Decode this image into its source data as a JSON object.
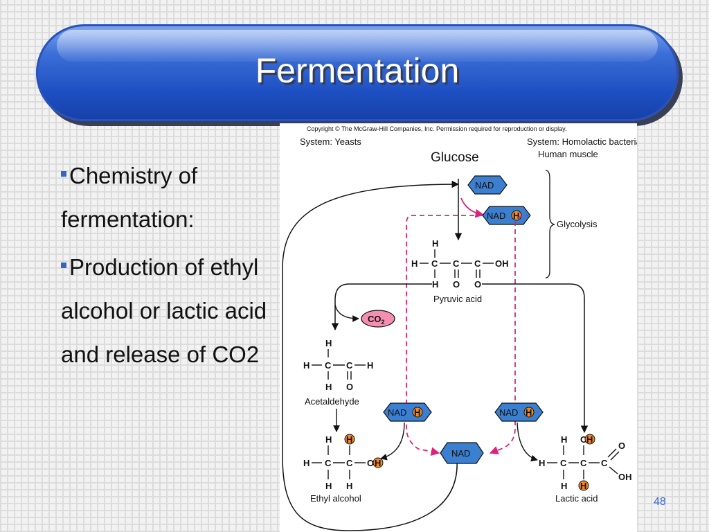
{
  "slide": {
    "title": "Fermentation",
    "bullets": [
      {
        "text": "Chemistry of fermentation:"
      },
      {
        "text": "Production of ethyl alcohol or lactic acid and release of CO2"
      }
    ],
    "page_number": "48"
  },
  "diagram": {
    "copyright": "Copyright © The McGraw-Hill Companies, Inc. Permission required for reproduction or display.",
    "system_left": "System: Yeasts",
    "system_right_1": "System: Homolactic bacteria;",
    "system_right_2": "Human muscle",
    "glucose": "Glucose",
    "glycolysis": "Glycolysis",
    "pyruvic_acid": "Pyruvic acid",
    "acetaldehyde": "Acetaldehyde",
    "ethyl_alcohol": "Ethyl alcohol",
    "lactic_acid": "Lactic acid",
    "nad": "NAD",
    "h": "H",
    "co2": "CO",
    "co2_sub": "2",
    "oh": "OH",
    "o": "O",
    "c": "C"
  },
  "colors": {
    "title_blue": "#1d4fc2",
    "bullet_marker": "#3366cc",
    "nad_blue": "#3a7fd0",
    "h_orange": "#f08a24",
    "co2_pink": "#f48fb0",
    "dashed_magenta": "#e0207a"
  }
}
